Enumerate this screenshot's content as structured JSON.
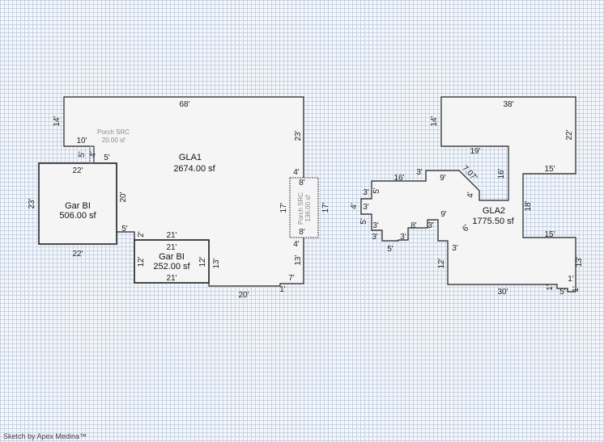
{
  "gla1": {
    "name": "GLA1",
    "area": "2674.00 sf"
  },
  "gla2": {
    "name": "GLA2",
    "area": "1775.50 sf"
  },
  "garage1": {
    "name": "Gar BI",
    "area": "506.00 sf"
  },
  "garage2": {
    "name": "Gar BI",
    "area": "252.00 sf"
  },
  "porch1": {
    "name": "Porch SRC",
    "area": "20.00 sf"
  },
  "porch2": {
    "name": "Porch SRC",
    "area": "136.00 sf"
  },
  "dims": {
    "d68": "68'",
    "d14a": "14'",
    "d10": "10'",
    "d23a": "23'",
    "d5a": "5'",
    "d22a": "22'",
    "d23b": "23'",
    "d20a": "20'",
    "d22b": "22'",
    "d5b": "5'",
    "d2": "2'",
    "d21a": "21'",
    "d21b": "21'",
    "d12a": "12'",
    "d12b": "12'",
    "d21c": "21'",
    "d13a": "13'",
    "d20b": "20'",
    "d1a": "1'",
    "d7": "7'",
    "d13b": "13'",
    "d4a": "4'",
    "d8a": "8'",
    "d17a": "17'",
    "d17b": "17'",
    "d8b": "8'",
    "d4b": "4'",
    "p5": "5'",
    "p4": "4'",
    "r38": "38'",
    "r14": "14'",
    "r22": "22'",
    "r19": "19'",
    "r15a": "15'",
    "r16a": "16'",
    "r3a": "3'",
    "r9a": "9'",
    "r707": "7.07'",
    "r16b": "16'",
    "r4a": "4'",
    "r5a": "5'",
    "r3b": "3'",
    "r4b": "4'",
    "r3c": "3'",
    "r5b": "5'",
    "r3d": "3'",
    "r3e": "3'",
    "r5c": "5'",
    "r3f": "3'",
    "r8": "8'",
    "r3g": "3'",
    "r9b": "9'",
    "r6": "6'",
    "r18": "18'",
    "r15b": "15'",
    "r3h": "3'",
    "r12": "12'",
    "r13": "13'",
    "r30": "30'",
    "r1a": "1'",
    "r5d": "5'",
    "r1b": "1'",
    "r1c": "1'"
  },
  "footer": "Sketch by Apex Medina™"
}
